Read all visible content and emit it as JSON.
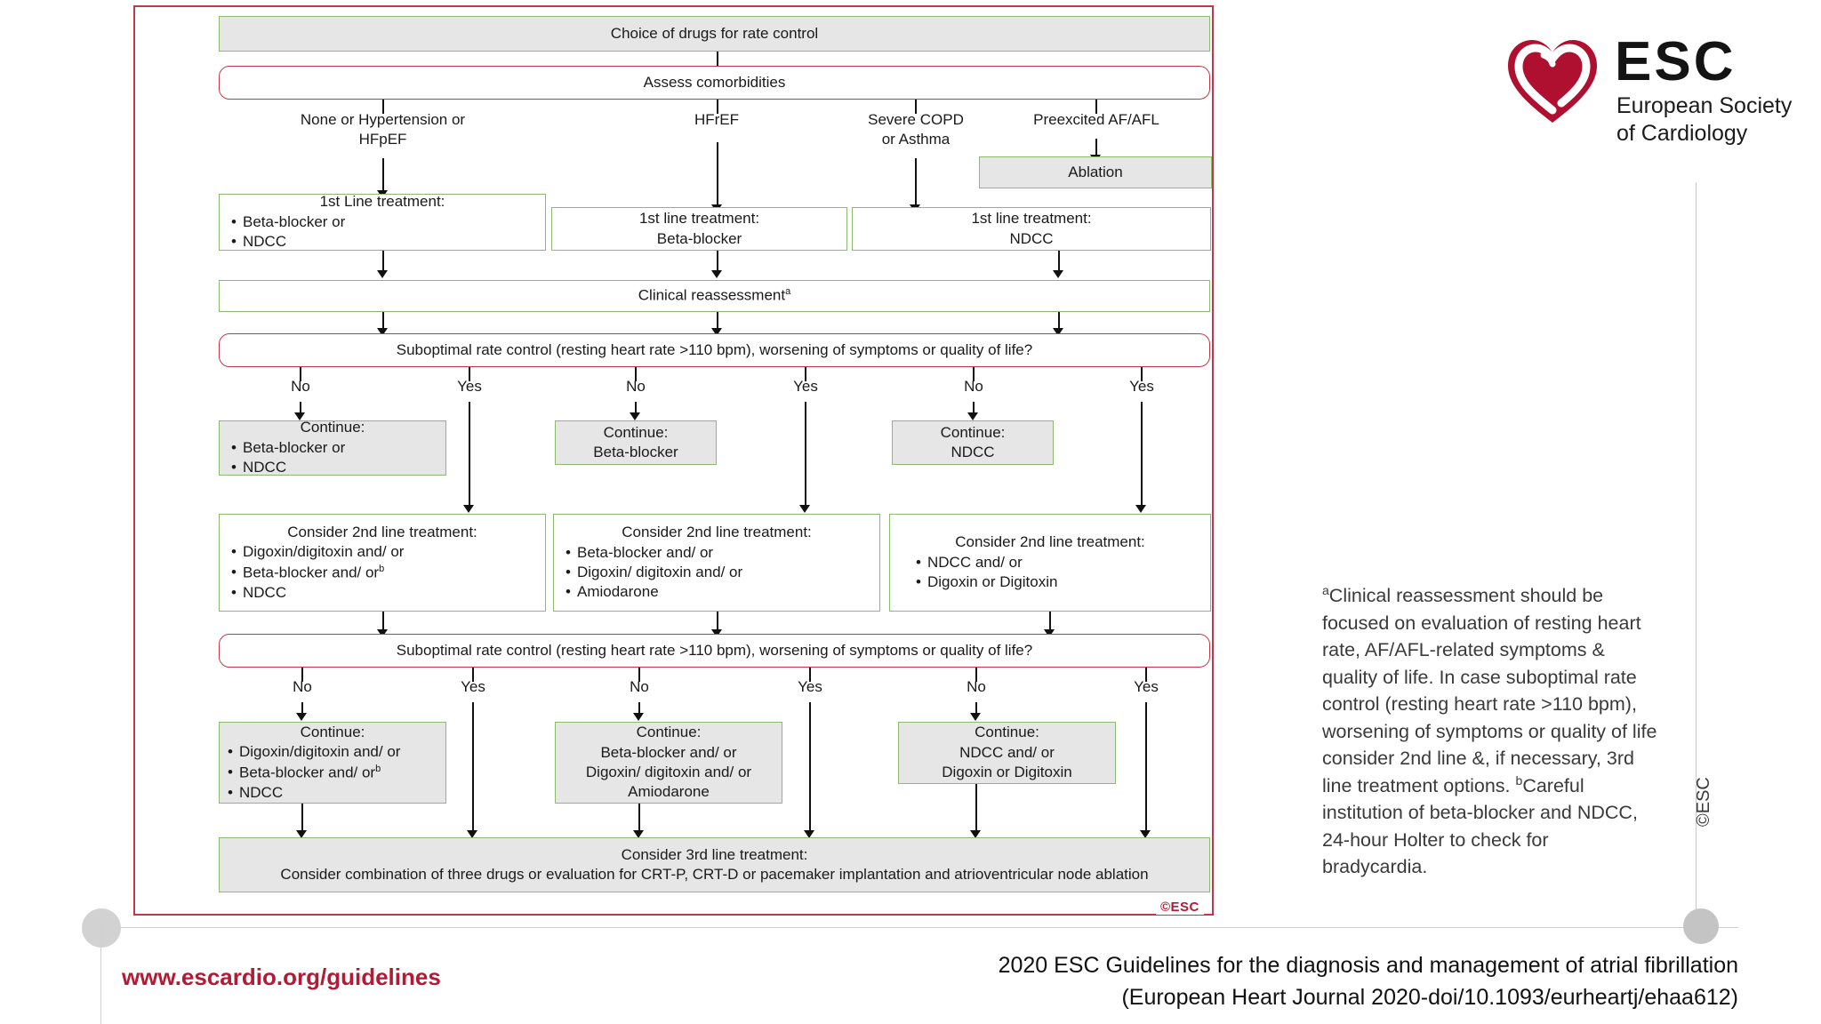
{
  "logo": {
    "icon": "esc-heart-logo",
    "wordmark": "ESC",
    "subtitle_line1": "European Society",
    "subtitle_line2": "of Cardiology"
  },
  "flowchart": {
    "title_box": "Choice of drugs for rate control",
    "assess_box": "Assess comorbidities",
    "branches": [
      {
        "label_line1": "None or Hypertension or",
        "label_line2": "HFpEF"
      },
      {
        "label_line1": "HFrEF",
        "label_line2": ""
      },
      {
        "label_line1": "Severe COPD",
        "label_line2": "or Asthma"
      },
      {
        "label_line1": "Preexcited AF/AFL",
        "label_line2": ""
      }
    ],
    "ablation_box": "Ablation",
    "first_line": [
      {
        "title": "1st Line treatment:",
        "items": [
          "Beta-blocker or",
          "NDCC"
        ]
      },
      {
        "title": "1st line treatment:",
        "items": [
          "Beta-blocker"
        ]
      },
      {
        "title": "1st line treatment:",
        "items": [
          "NDCC"
        ]
      }
    ],
    "reassessment_box": "Clinical reassessment",
    "reassessment_footnote_marker": "a",
    "decision_text": "Suboptimal rate control (resting heart rate >110 bpm), worsening of symptoms or quality of life?",
    "branch_answers": [
      "No",
      "Yes",
      "No",
      "Yes",
      "No",
      "Yes"
    ],
    "continue_first": [
      {
        "title": "Continue:",
        "items": [
          "Beta-blocker or",
          "NDCC"
        ]
      },
      {
        "title": "Continue:",
        "items": [
          "Beta-blocker"
        ]
      },
      {
        "title": "Continue:",
        "items": [
          "NDCC"
        ]
      }
    ],
    "second_line": [
      {
        "title": "Consider 2nd line treatment:",
        "items": [
          "Digoxin/digitoxin and/ or",
          "Beta-blocker and/ or",
          "NDCC"
        ],
        "footnote_marker_on_item": 1,
        "footnote_marker": "b"
      },
      {
        "title": "Consider 2nd line treatment:",
        "items": [
          "Beta-blocker and/ or",
          "Digoxin/ digitoxin and/ or",
          "Amiodarone"
        ]
      },
      {
        "title": "Consider 2nd line treatment:",
        "items": [
          "NDCC and/ or",
          "Digoxin or Digitoxin"
        ]
      }
    ],
    "continue_second": [
      {
        "title": "Continue:",
        "items": [
          "Digoxin/digitoxin and/ or",
          "Beta-blocker and/ or",
          "NDCC"
        ],
        "footnote_marker_on_item": 1,
        "footnote_marker": "b"
      },
      {
        "title": "Continue:",
        "items": [
          "Beta-blocker and/ or",
          "Digoxin/ digitoxin and/ or",
          "Amiodarone"
        ]
      },
      {
        "title": "Continue:",
        "items": [
          "NDCC and/ or",
          "Digoxin or Digitoxin"
        ]
      }
    ],
    "third_line": {
      "title": "Consider 3rd line treatment:",
      "body": "Consider combination of three drugs or evaluation for CRT-P, CRT-D or pacemaker implantation and atrioventricular node ablation"
    },
    "chart_copyright": "©ESC"
  },
  "footnote": {
    "marker_a": "a",
    "text_a": "Clinical reassessment should be focused on evaluation of resting heart rate, AF/AFL-related symptoms & quality of life. In case suboptimal rate control (resting heart rate >110 bpm), worsening of symptoms or quality of life consider 2nd line &, if necessary, 3rd line treatment options. ",
    "marker_b": "b",
    "text_b": "Careful institution of beta-blocker and NDCC, 24-hour Holter to check for bradycardia."
  },
  "footer": {
    "url": "www.escardio.org/guidelines",
    "citation_line1": "2020 ESC Guidelines for the diagnosis and management of atrial fibrillation",
    "citation_line2": "(European Heart Journal 2020-doi/10.1093/eurheartj/ehaa612)",
    "copyright_vertical": "©ESC"
  },
  "colors": {
    "frame_red": "#c0394b",
    "node_green": "#8cba6e",
    "node_gray": "#e6e6e6",
    "brand_red": "#b31b34"
  }
}
